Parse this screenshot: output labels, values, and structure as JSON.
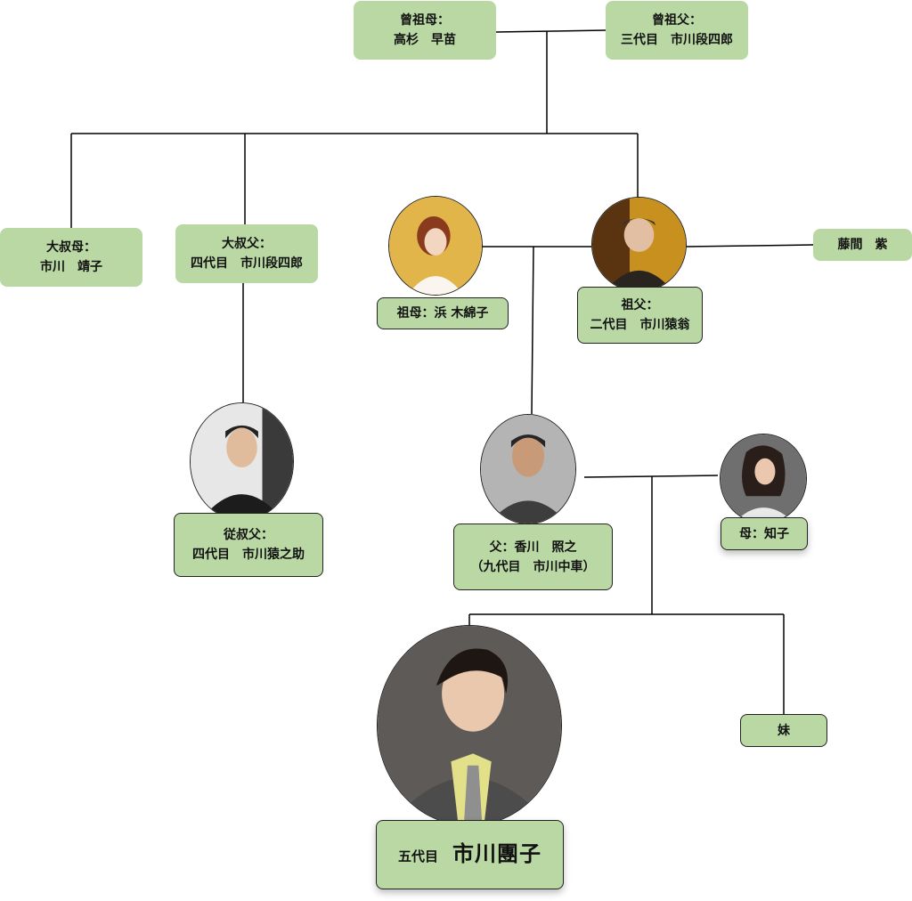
{
  "great_grandmother": {
    "role": "曾祖母：",
    "name": "高杉　早苗"
  },
  "great_grandfather": {
    "role": "曾祖父：",
    "name": "三代目　市川段四郎"
  },
  "great_aunt": {
    "role": "大叔母：",
    "name": "市川　靖子"
  },
  "great_uncle": {
    "role": "大叔父：",
    "name": "四代目　市川段四郎"
  },
  "grandmother": {
    "label": "祖母：浜 木綿子"
  },
  "grandfather": {
    "role": "祖父：",
    "name": "二代目　市川猿翁"
  },
  "fujima": {
    "name": "藤間　紫"
  },
  "cousin_uncle": {
    "role": "従叔父：",
    "name": "四代目　市川猿之助"
  },
  "father": {
    "role": "父：香川　照之",
    "name": "（九代目　市川中車）"
  },
  "mother": {
    "label": "母：知子"
  },
  "sister": {
    "label": "妹"
  },
  "self": {
    "generation": "五代目",
    "name": "市川團子"
  },
  "colors": {
    "node_fill": "#b9d8a3",
    "line": "#000000"
  }
}
